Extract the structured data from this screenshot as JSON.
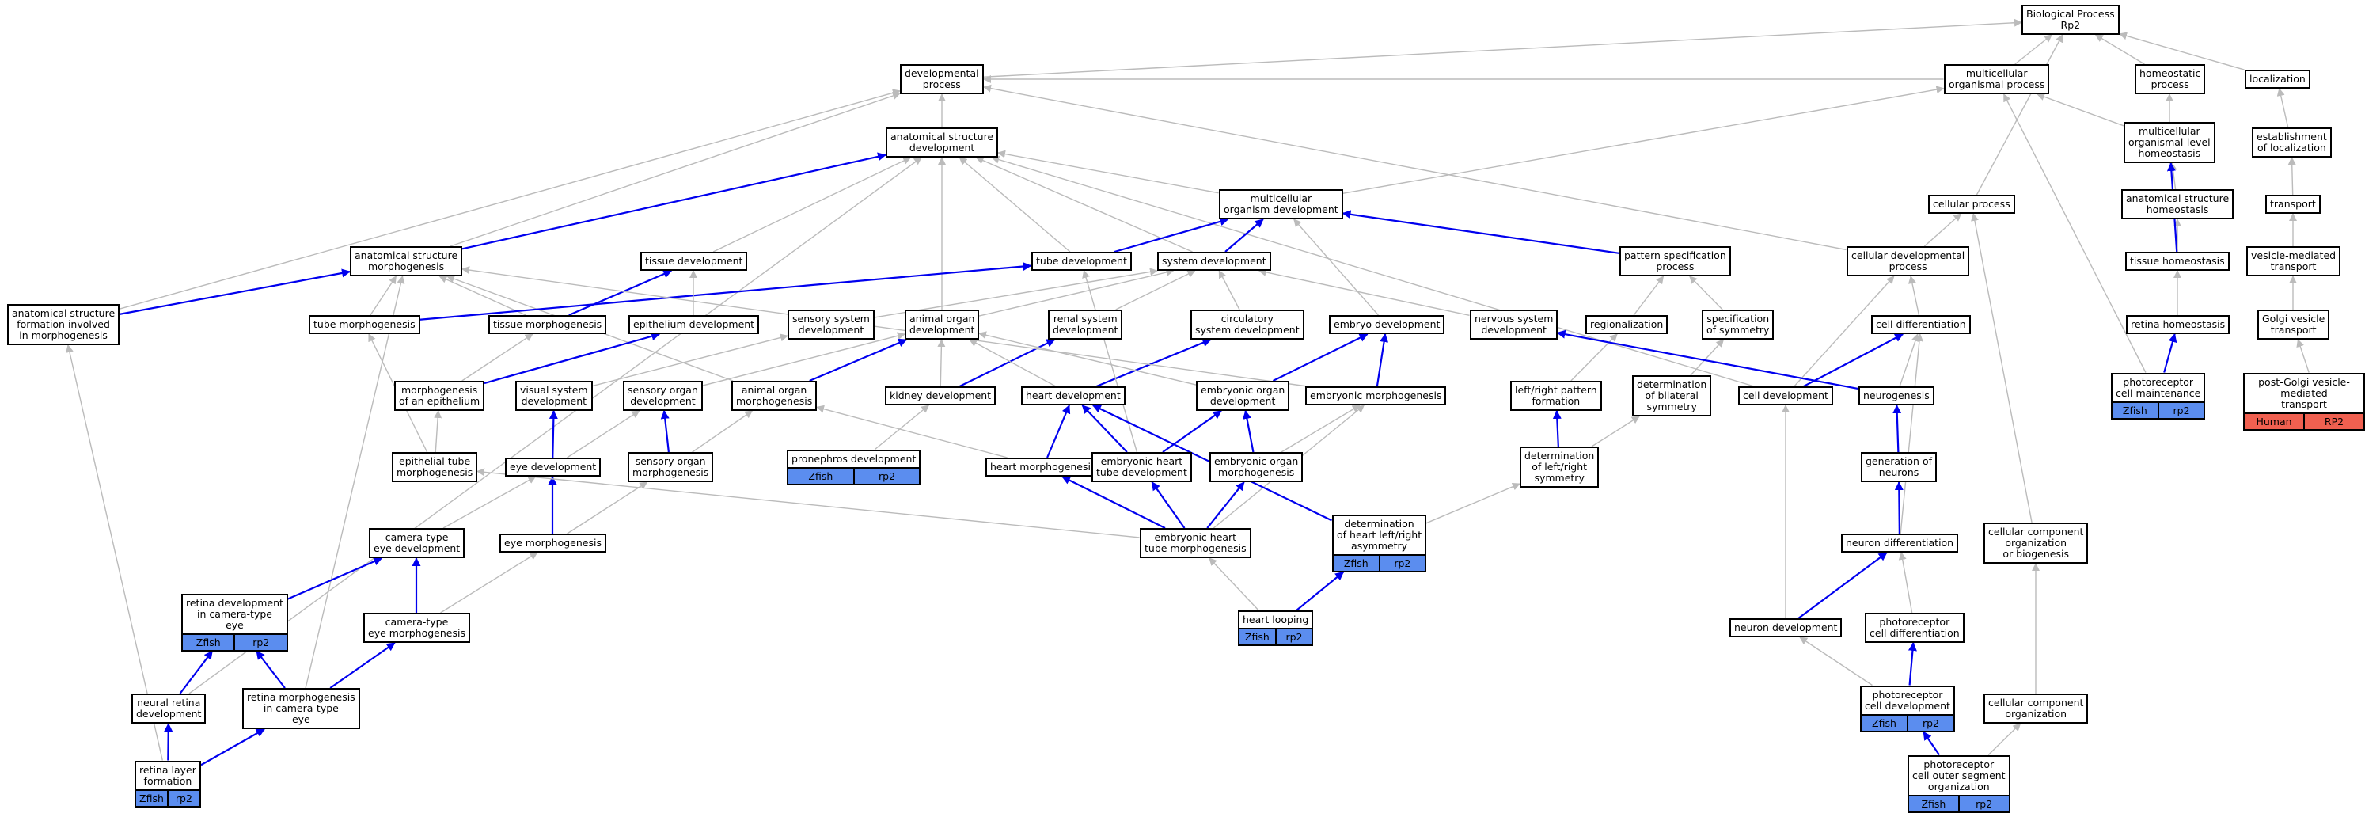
{
  "nodes": [
    {
      "id": "bp",
      "label": "Biological Process\nRp2"
    },
    {
      "id": "devproc",
      "label": "developmental\nprocess"
    },
    {
      "id": "multorg",
      "label": "multicellular\norganismal process"
    },
    {
      "id": "homeoproc",
      "label": "homeostatic\nprocess"
    },
    {
      "id": "localization",
      "label": "localization"
    },
    {
      "id": "asd",
      "label": "anatomical structure\ndevelopment"
    },
    {
      "id": "mlhomeo",
      "label": "multicellular\norganismal-level\nhomeostasis"
    },
    {
      "id": "estloc",
      "label": "establishment\nof localization"
    },
    {
      "id": "mod",
      "label": "multicellular\norganism development"
    },
    {
      "id": "cellproc",
      "label": "cellular process"
    },
    {
      "id": "ash",
      "label": "anatomical structure\nhomeostasis"
    },
    {
      "id": "transport",
      "label": "transport"
    },
    {
      "id": "asm",
      "label": "anatomical structure\nmorphogenesis"
    },
    {
      "id": "tissuedev",
      "label": "tissue development"
    },
    {
      "id": "tubedev",
      "label": "tube development"
    },
    {
      "id": "sysdev",
      "label": "system development"
    },
    {
      "id": "patspec",
      "label": "pattern specification\nprocess"
    },
    {
      "id": "celldevproc",
      "label": "cellular developmental\nprocess"
    },
    {
      "id": "tissuehomeo",
      "label": "tissue homeostasis"
    },
    {
      "id": "vesmed",
      "label": "vesicle-mediated\ntransport"
    },
    {
      "id": "asfim",
      "label": "anatomical structure\nformation involved\nin morphogenesis"
    },
    {
      "id": "tubemorph",
      "label": "tube morphogenesis"
    },
    {
      "id": "tissuemorph",
      "label": "tissue morphogenesis"
    },
    {
      "id": "epidev",
      "label": "epithelium development"
    },
    {
      "id": "senssysdev",
      "label": "sensory system\ndevelopment"
    },
    {
      "id": "animorgdev",
      "label": "animal organ\ndevelopment"
    },
    {
      "id": "rensysdev",
      "label": "renal system\ndevelopment"
    },
    {
      "id": "circsysdev",
      "label": "circulatory\nsystem development"
    },
    {
      "id": "embdev",
      "label": "embryo development"
    },
    {
      "id": "nervsysdev",
      "label": "nervous system\ndevelopment"
    },
    {
      "id": "regionalization",
      "label": "regionalization"
    },
    {
      "id": "specsym",
      "label": "specification\nof symmetry"
    },
    {
      "id": "celldiff",
      "label": "cell differentiation"
    },
    {
      "id": "retinahomeo",
      "label": "retina homeostasis"
    },
    {
      "id": "golgives",
      "label": "Golgi vesicle\ntransport"
    },
    {
      "id": "morphepi",
      "label": "morphogenesis\nof an epithelium"
    },
    {
      "id": "vissysdev",
      "label": "visual system\ndevelopment"
    },
    {
      "id": "sensorgdev",
      "label": "sensory organ\ndevelopment"
    },
    {
      "id": "animorgmorph",
      "label": "animal organ\nmorphogenesis"
    },
    {
      "id": "kidneydev",
      "label": "kidney development"
    },
    {
      "id": "heartdev",
      "label": "heart development"
    },
    {
      "id": "emborgdev",
      "label": "embryonic organ\ndevelopment"
    },
    {
      "id": "embmorph",
      "label": "embryonic morphogenesis"
    },
    {
      "id": "lrpattern",
      "label": "left/right pattern\nformation"
    },
    {
      "id": "detbilat",
      "label": "determination\nof bilateral\nsymmetry"
    },
    {
      "id": "celldev",
      "label": "cell development"
    },
    {
      "id": "neurogenesis",
      "label": "neurogenesis"
    },
    {
      "id": "photocellmaint",
      "label": "photoreceptor\ncell maintenance",
      "ann": [
        "Zfish",
        "rp2"
      ],
      "annColor": "#5b8def"
    },
    {
      "id": "postgolgi",
      "label": "post-Golgi vesicle-mediated\ntransport",
      "ann": [
        "Human",
        "RP2"
      ],
      "annColor": "#f06050"
    },
    {
      "id": "epitubemorph",
      "label": "epithelial tube\nmorphogenesis"
    },
    {
      "id": "eyedev",
      "label": "eye development"
    },
    {
      "id": "sensorgmorph",
      "label": "sensory organ\nmorphogenesis"
    },
    {
      "id": "pronephros",
      "label": "pronephros development",
      "ann": [
        "Zfish",
        "rp2"
      ],
      "annColor": "#5b8def"
    },
    {
      "id": "heartmorph",
      "label": "heart morphogenesis"
    },
    {
      "id": "embhearttubedev",
      "label": "embryonic heart\ntube development"
    },
    {
      "id": "emborgmorph",
      "label": "embryonic organ\nmorphogenesis"
    },
    {
      "id": "detlrsym",
      "label": "determination\nof left/right\nsymmetry"
    },
    {
      "id": "genneurons",
      "label": "generation of\nneurons"
    },
    {
      "id": "cameyedev",
      "label": "camera-type\neye development"
    },
    {
      "id": "eyemorph",
      "label": "eye morphogenesis"
    },
    {
      "id": "embhearttubemorph",
      "label": "embryonic heart\ntube morphogenesis"
    },
    {
      "id": "detheartlr",
      "label": "determination\nof heart left/right\nasymmetry",
      "ann": [
        "Zfish",
        "rp2"
      ],
      "annColor": "#5b8def"
    },
    {
      "id": "neurondiff",
      "label": "neuron differentiation"
    },
    {
      "id": "cellcomporgbio",
      "label": "cellular component\norganization\nor biogenesis"
    },
    {
      "id": "retinadevcam",
      "label": "retina development\nin camera-type\neye",
      "ann": [
        "Zfish",
        "rp2"
      ],
      "annColor": "#5b8def"
    },
    {
      "id": "cameyemorph",
      "label": "camera-type\neye morphogenesis"
    },
    {
      "id": "heartlooping",
      "label": "heart looping",
      "ann": [
        "Zfish",
        "rp2"
      ],
      "annColor": "#5b8def"
    },
    {
      "id": "neurondev",
      "label": "neuron development"
    },
    {
      "id": "photocelldiff",
      "label": "photoreceptor\ncell differentiation"
    },
    {
      "id": "neuralretinadev",
      "label": "neural retina\ndevelopment"
    },
    {
      "id": "retinamorphcam",
      "label": "retina morphogenesis\nin camera-type\neye"
    },
    {
      "id": "photocelldev",
      "label": "photoreceptor\ncell development",
      "ann": [
        "Zfish",
        "rp2"
      ],
      "annColor": "#5b8def"
    },
    {
      "id": "cellcomporg",
      "label": "cellular component\norganization"
    },
    {
      "id": "retinalayer",
      "label": "retina layer\nformation",
      "ann": [
        "Zfish",
        "rp2"
      ],
      "annColor": "#5b8def"
    },
    {
      "id": "photoouter",
      "label": "photoreceptor\ncell outer segment\norganization",
      "ann": [
        "Zfish",
        "rp2"
      ],
      "annColor": "#5b8def"
    }
  ],
  "edges": [
    [
      "devproc",
      "bp",
      "gray"
    ],
    [
      "multorg",
      "bp",
      "gray"
    ],
    [
      "homeoproc",
      "bp",
      "gray"
    ],
    [
      "localization",
      "bp",
      "gray"
    ],
    [
      "cellproc",
      "bp",
      "gray"
    ],
    [
      "multorg",
      "devproc",
      "gray"
    ],
    [
      "asd",
      "devproc",
      "gray"
    ],
    [
      "asfim",
      "devproc",
      "gray"
    ],
    [
      "asm",
      "devproc",
      "gray"
    ],
    [
      "mod",
      "multorg",
      "gray"
    ],
    [
      "mlhomeo",
      "multorg",
      "gray"
    ],
    [
      "mlhomeo",
      "homeoproc",
      "gray"
    ],
    [
      "photocellmaint",
      "multorg",
      "gray"
    ],
    [
      "estloc",
      "localization",
      "gray"
    ],
    [
      "transport",
      "estloc",
      "gray"
    ],
    [
      "vesmed",
      "transport",
      "gray"
    ],
    [
      "golgives",
      "vesmed",
      "gray"
    ],
    [
      "postgolgi",
      "golgives",
      "gray"
    ],
    [
      "ash",
      "mlhomeo",
      "gray"
    ],
    [
      "tissuehomeo",
      "ash",
      "gray"
    ],
    [
      "tissuehomeo",
      "mlhomeo",
      "blue"
    ],
    [
      "retinahomeo",
      "tissuehomeo",
      "gray"
    ],
    [
      "photocellmaint",
      "retinahomeo",
      "blue"
    ],
    [
      "mod",
      "asd",
      "gray"
    ],
    [
      "asm",
      "asd",
      "blue"
    ],
    [
      "tissuedev",
      "asd",
      "gray"
    ],
    [
      "tubedev",
      "asd",
      "gray"
    ],
    [
      "sysdev",
      "asd",
      "gray"
    ],
    [
      "animorgdev",
      "asd",
      "gray"
    ],
    [
      "celldev",
      "asd",
      "gray"
    ],
    [
      "neuralretinadev",
      "asd",
      "gray"
    ],
    [
      "tubedev",
      "mod",
      "blue"
    ],
    [
      "sysdev",
      "mod",
      "blue"
    ],
    [
      "patspec",
      "mod",
      "blue"
    ],
    [
      "embdev",
      "mod",
      "gray"
    ],
    [
      "celldevproc",
      "devproc",
      "gray"
    ],
    [
      "celldevproc",
      "cellproc",
      "gray"
    ],
    [
      "celldiff",
      "celldevproc",
      "gray"
    ],
    [
      "celldev",
      "celldevproc",
      "gray"
    ],
    [
      "asfim",
      "asm",
      "blue"
    ],
    [
      "tubemorph",
      "asm",
      "gray"
    ],
    [
      "tissuemorph",
      "asm",
      "gray"
    ],
    [
      "animorgmorph",
      "asm",
      "gray"
    ],
    [
      "retinamorphcam",
      "asm",
      "gray"
    ],
    [
      "retinalayer",
      "asfim",
      "gray"
    ],
    [
      "tubemorph",
      "tubedev",
      "blue"
    ],
    [
      "tissuemorph",
      "tissuedev",
      "blue"
    ],
    [
      "epidev",
      "tissuedev",
      "gray"
    ],
    [
      "morphepi",
      "tissuemorph",
      "gray"
    ],
    [
      "morphepi",
      "epidev",
      "blue"
    ],
    [
      "epitubemorph",
      "tubemorph",
      "gray"
    ],
    [
      "epitubemorph",
      "morphepi",
      "gray"
    ],
    [
      "senssysdev",
      "sysdev",
      "gray"
    ],
    [
      "animorgdev",
      "sysdev",
      "gray"
    ],
    [
      "rensysdev",
      "sysdev",
      "gray"
    ],
    [
      "circsysdev",
      "sysdev",
      "gray"
    ],
    [
      "nervsysdev",
      "sysdev",
      "gray"
    ],
    [
      "regionalization",
      "patspec",
      "gray"
    ],
    [
      "specsym",
      "patspec",
      "gray"
    ],
    [
      "lrpattern",
      "regionalization",
      "gray"
    ],
    [
      "detbilat",
      "specsym",
      "gray"
    ],
    [
      "detlrsym",
      "lrpattern",
      "blue"
    ],
    [
      "detlrsym",
      "detbilat",
      "gray"
    ],
    [
      "detheartlr",
      "detlrsym",
      "gray"
    ],
    [
      "vissysdev",
      "senssysdev",
      "gray"
    ],
    [
      "sensorgdev",
      "animorgdev",
      "gray"
    ],
    [
      "animorgmorph",
      "animorgdev",
      "blue"
    ],
    [
      "kidneydev",
      "animorgdev",
      "gray"
    ],
    [
      "kidneydev",
      "rensysdev",
      "blue"
    ],
    [
      "heartdev",
      "animorgdev",
      "gray"
    ],
    [
      "heartdev",
      "circsysdev",
      "blue"
    ],
    [
      "emborgdev",
      "embdev",
      "blue"
    ],
    [
      "embmorph",
      "embdev",
      "blue"
    ],
    [
      "emborgdev",
      "animorgdev",
      "gray"
    ],
    [
      "embmorph",
      "asm",
      "gray"
    ],
    [
      "neurogenesis",
      "nervsysdev",
      "blue"
    ],
    [
      "neurogenesis",
      "celldiff",
      "gray"
    ],
    [
      "celldev",
      "celldiff",
      "blue"
    ],
    [
      "genneurons",
      "neurogenesis",
      "blue"
    ],
    [
      "neurondiff",
      "genneurons",
      "blue"
    ],
    [
      "neurondiff",
      "celldiff",
      "gray"
    ],
    [
      "neurondev",
      "celldev",
      "gray"
    ],
    [
      "neurondev",
      "neurondiff",
      "blue"
    ],
    [
      "photocelldiff",
      "neurondiff",
      "gray"
    ],
    [
      "photocelldev",
      "photocelldiff",
      "blue"
    ],
    [
      "photocelldev",
      "neurondev",
      "gray"
    ],
    [
      "photoouter",
      "photocelldev",
      "blue"
    ],
    [
      "photoouter",
      "cellcomporg",
      "gray"
    ],
    [
      "cellcomporg",
      "cellcomporgbio",
      "gray"
    ],
    [
      "cellcomporgbio",
      "cellproc",
      "gray"
    ],
    [
      "eyedev",
      "vissysdev",
      "blue"
    ],
    [
      "eyedev",
      "sensorgdev",
      "gray"
    ],
    [
      "sensorgmorph",
      "sensorgdev",
      "blue"
    ],
    [
      "sensorgmorph",
      "animorgmorph",
      "gray"
    ],
    [
      "eyemorph",
      "eyedev",
      "blue"
    ],
    [
      "eyemorph",
      "sensorgmorph",
      "gray"
    ],
    [
      "cameyedev",
      "eyedev",
      "gray"
    ],
    [
      "cameyemorph",
      "cameyedev",
      "blue"
    ],
    [
      "cameyemorph",
      "eyemorph",
      "gray"
    ],
    [
      "retinadevcam",
      "cameyedev",
      "blue"
    ],
    [
      "neuralretinadev",
      "retinadevcam",
      "blue"
    ],
    [
      "retinamorphcam",
      "retinadevcam",
      "blue"
    ],
    [
      "retinamorphcam",
      "cameyemorph",
      "blue"
    ],
    [
      "retinalayer",
      "neuralretinadev",
      "blue"
    ],
    [
      "retinalayer",
      "retinamorphcam",
      "blue"
    ],
    [
      "pronephros",
      "kidneydev",
      "gray"
    ],
    [
      "heartmorph",
      "heartdev",
      "blue"
    ],
    [
      "heartmorph",
      "animorgmorph",
      "gray"
    ],
    [
      "embhearttubedev",
      "heartdev",
      "blue"
    ],
    [
      "embhearttubedev",
      "emborgdev",
      "blue"
    ],
    [
      "embhearttubedev",
      "tubedev",
      "gray"
    ],
    [
      "emborgmorph",
      "emborgdev",
      "blue"
    ],
    [
      "emborgmorph",
      "embmorph",
      "gray"
    ],
    [
      "embhearttubemorph",
      "heartmorph",
      "blue"
    ],
    [
      "embhearttubemorph",
      "embhearttubedev",
      "blue"
    ],
    [
      "embhearttubemorph",
      "emborgmorph",
      "blue"
    ],
    [
      "embhearttubemorph",
      "embmorph",
      "gray"
    ],
    [
      "embhearttubemorph",
      "epitubemorph",
      "gray"
    ],
    [
      "detheartlr",
      "heartdev",
      "blue"
    ],
    [
      "heartlooping",
      "embhearttubemorph",
      "gray"
    ],
    [
      "heartlooping",
      "detheartlr",
      "blue"
    ]
  ]
}
